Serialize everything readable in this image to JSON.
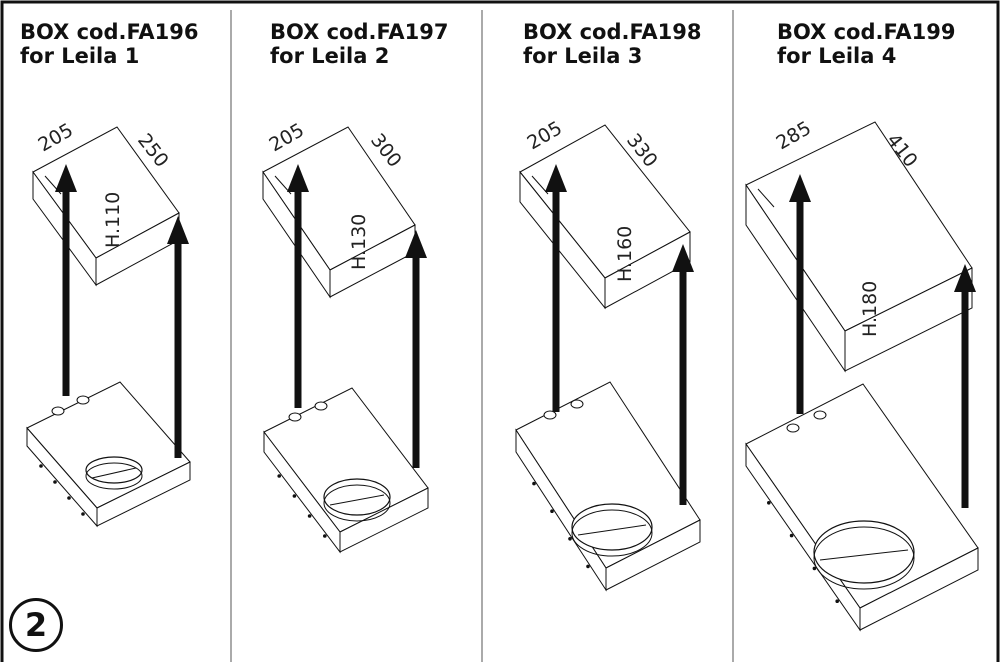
{
  "step_number": "2",
  "panels": [
    {
      "box_code": "BOX cod.FA196",
      "model": "for Leila 1",
      "width": "205",
      "length": "250",
      "height": "H.110"
    },
    {
      "box_code": "BOX cod.FA197",
      "model": "for Leila 2",
      "width": "205",
      "length": "300",
      "height": "H.130"
    },
    {
      "box_code": "BOX cod.FA198",
      "model": "for Leila 3",
      "width": "205",
      "length": "330",
      "height": "H.160"
    },
    {
      "box_code": "BOX cod.FA199",
      "model": "for Leila 4",
      "width": "285",
      "length": "410",
      "height": "H.180"
    }
  ]
}
